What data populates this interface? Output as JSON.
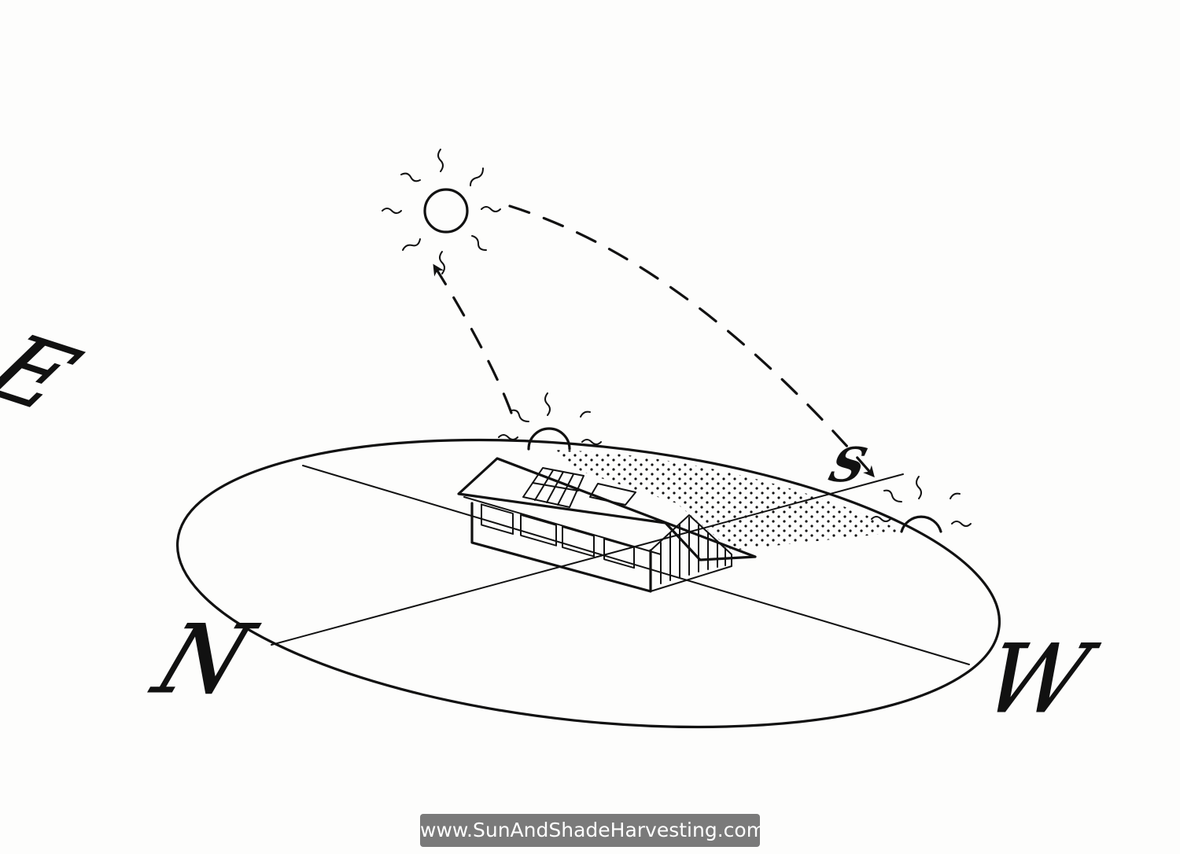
{
  "compass": {
    "east": "E",
    "north": "N",
    "south": "S",
    "west": "W"
  },
  "footer": {
    "url": "www.SunAndShadeHarvesting.com"
  },
  "colors": {
    "ink": "#111111",
    "paper": "#fdfdfc",
    "badge_background": "#7a7a7a",
    "badge_text": "#ffffff"
  },
  "icons": [
    "sun-icon",
    "rising-sun-icon",
    "setting-sun-icon",
    "house-icon",
    "arrow-icon"
  ]
}
